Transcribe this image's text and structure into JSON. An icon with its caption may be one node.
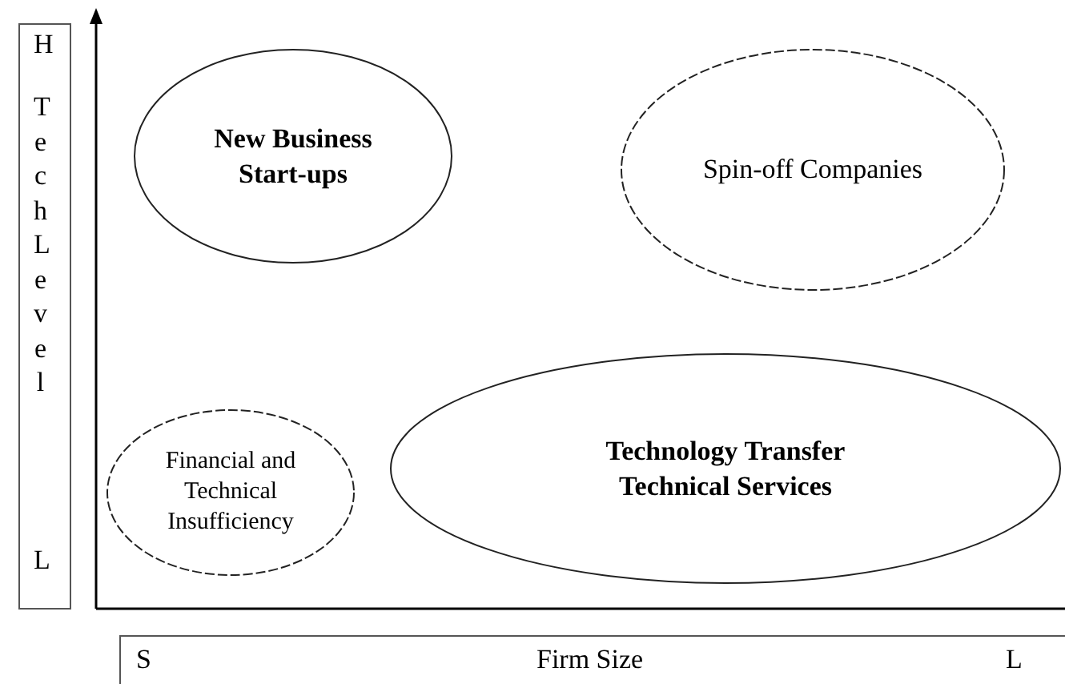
{
  "diagram": {
    "nodes": [
      {
        "text": [
          "New Business Start-ups"
        ]
      },
      {
        "text": [
          "Spin-off Companies"
        ]
      },
      {
        "text": [
          "Financial and Technical Insufficiency"
        ]
      },
      {
        "text": [
          "Technology Transfer Technical Services"
        ]
      }
    ],
    "labels": [
      "H",
      "Tech Level",
      "L",
      "S",
      "Firm Size",
      "L"
    ]
  }
}
